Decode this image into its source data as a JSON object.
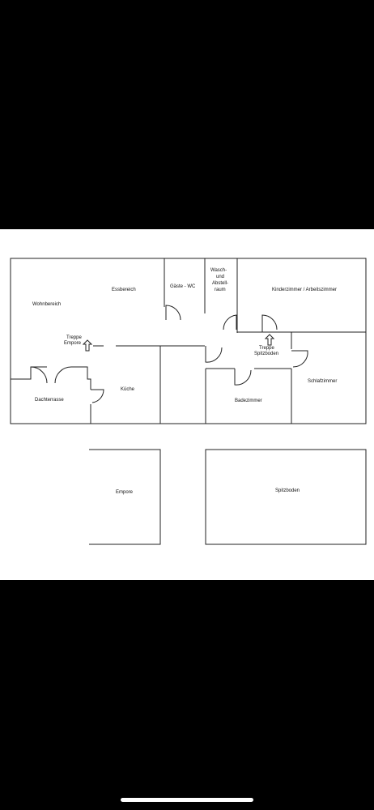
{
  "floor_plan": {
    "rooms": {
      "wohnbereich": "Wohnbereich",
      "essbereich": "Essbereich",
      "gaeste_wc": "Gäste - WC",
      "wasch_line1": "Wasch-",
      "wasch_line2": "und",
      "wasch_line3": "Abstell-",
      "wasch_line4": "raum",
      "kinderzimmer": "Kinderzimmer / Arbeitszimmer",
      "dachterrasse": "Dachterrasse",
      "kueche": "Küche",
      "badezimmer": "Badezimmer",
      "schlafzimmer": "Schlafzimmer",
      "empore": "Empore",
      "spitzboden": "Spitzboden"
    },
    "stairs": {
      "empore_line1": "Treppe",
      "empore_line2": "Empore",
      "spitz_line1": "Treppe",
      "spitz_line2": "Spitzboden"
    }
  }
}
